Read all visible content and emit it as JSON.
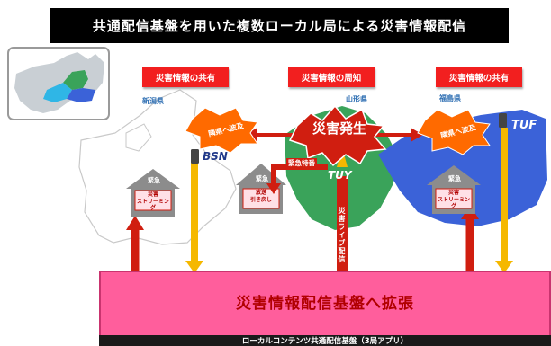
{
  "title": "共通配信基盤を用いた複数ローカル局による災害情報配信",
  "labels": {
    "share_left": "災害情報の共有",
    "announce_center": "災害情報の周知",
    "share_right": "災害情報の共有"
  },
  "prefectures": {
    "niigata": "新潟県",
    "yamagata": "山形県",
    "fukushima": "福島県"
  },
  "stations": {
    "left": "BSN",
    "center": "TUY",
    "right": "TUF"
  },
  "disaster": "災害発生",
  "spread_left": "隣県へ波及",
  "spread_right": "隣県へ波及",
  "special_news": "緊急特番",
  "emergency": "緊急",
  "houses": {
    "left": "災害\nストリーミング",
    "center": "放送\n引き戻し",
    "right": "災害\nストリーミング"
  },
  "live_stream": "災害ライブ配信",
  "platform": "災害情報配信基盤へ拡張",
  "platform_footer": "ローカルコンテンツ共通配信基盤（3局アプリ）",
  "colors": {
    "land_green": "#3aa35a",
    "land_blue": "#3b62d8",
    "arrow_red": "#d01e10",
    "arrow_yellow": "#f5b800",
    "platform_pink": "#ff5e9c"
  }
}
